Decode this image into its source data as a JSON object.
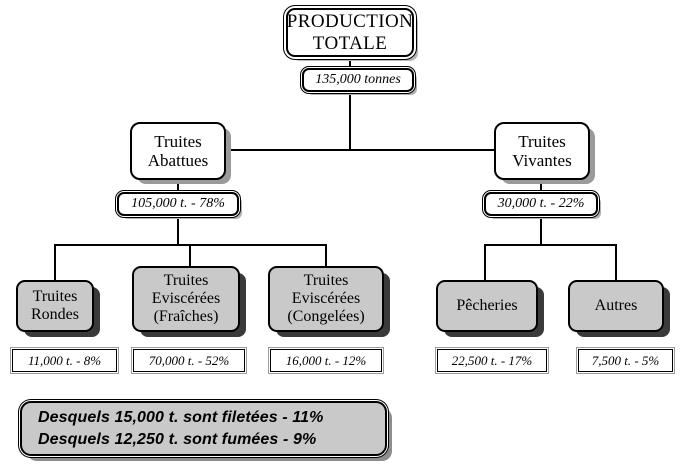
{
  "diagram": {
    "title": "PRODUCTION TOTALE",
    "root": {
      "label_line1": "PRODUCTION",
      "label_line2": "TOTALE",
      "value": "135,000 tonnes"
    },
    "level2": [
      {
        "label_line1": "Truites",
        "label_line2": "Abattues",
        "value": "105,000 t. - 78%"
      },
      {
        "label_line1": "Truites",
        "label_line2": "Vivantes",
        "value": "30,000 t. - 22%"
      }
    ],
    "level3": [
      {
        "label_line1": "Truites",
        "label_line2": "Rondes",
        "label_line3": "",
        "value": "11,000 t. - 8%"
      },
      {
        "label_line1": "Truites",
        "label_line2": "Eviscérées",
        "label_line3": "(Fraîches)",
        "value": "70,000 t. - 52%"
      },
      {
        "label_line1": "Truites",
        "label_line2": "Eviscérées",
        "label_line3": "(Congelées)",
        "value": "16,000 t. - 12%"
      },
      {
        "label_line1": "Pêcheries",
        "label_line2": "",
        "label_line3": "",
        "value": "22,500 t. - 17%"
      },
      {
        "label_line1": "Autres",
        "label_line2": "",
        "label_line3": "",
        "value": "7,500 t. - 5%"
      }
    ],
    "footer": {
      "line1": "Desquels 15,000 t. sont filetées - 11%",
      "line2": "Desquels 12,250 t. sont fumées - 9%"
    },
    "colors": {
      "line": "#000000",
      "node_fill_white": "#ffffff",
      "node_fill_grey": "#c9c9c9",
      "shadow_dark": "#3a3a3a",
      "shadow_light": "#9a9a9a",
      "background": "#ffffff"
    }
  },
  "chart_data": {
    "type": "table",
    "title": "PRODUCTION TOTALE",
    "categories": [
      "Truites Abattues",
      "Truites Vivantes",
      "Truites Rondes",
      "Truites Eviscérées (Fraîches)",
      "Truites Eviscérées (Congelées)",
      "Pêcheries",
      "Autres"
    ],
    "values": [
      105000,
      30000,
      11000,
      70000,
      16000,
      22500,
      7500
    ],
    "percents": [
      78,
      22,
      8,
      52,
      12,
      17,
      5
    ],
    "total": 135000,
    "unit": "tonnes",
    "notes": [
      {
        "label": "sont filetées",
        "value": 15000,
        "percent": 11
      },
      {
        "label": "sont fumées",
        "value": 12250,
        "percent": 9
      }
    ]
  }
}
